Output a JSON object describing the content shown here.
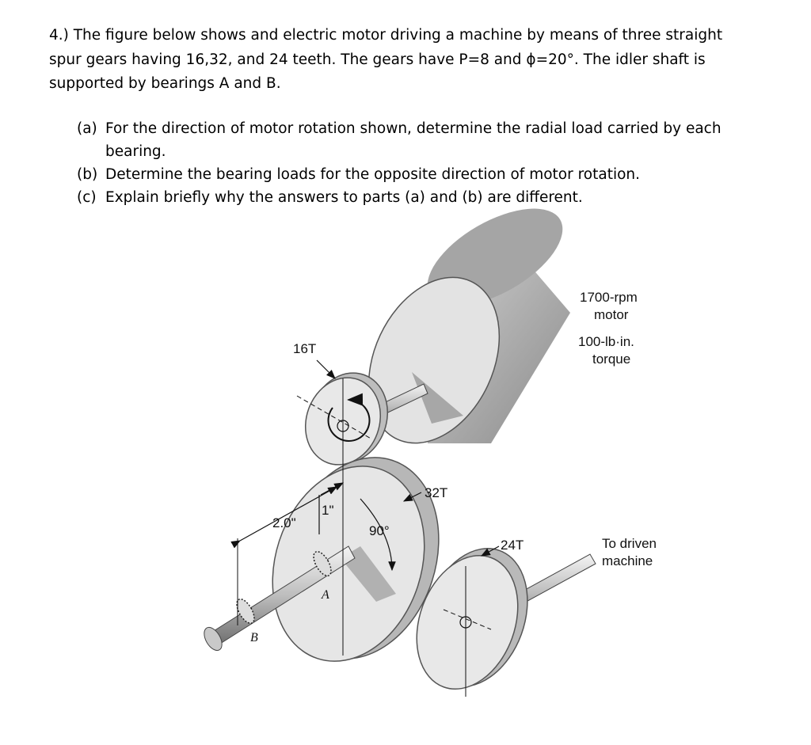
{
  "problem": {
    "line1": "4.) The figure below shows and electric motor driving a machine by means of three straight",
    "line2": "spur gears having 16,32, and 24 teeth.  The gears have P=8 and ϕ=20°.  The idler shaft is",
    "line3": "supported by bearings A and B."
  },
  "parts": [
    {
      "label": "(a)",
      "line1": "For the direction of motor rotation shown, determine the radial load carried by each",
      "line2": "bearing."
    },
    {
      "label": "(b)",
      "line1": "Determine the bearing loads for the opposite direction of motor rotation."
    },
    {
      "label": "(c)",
      "line1": "Explain briefly why the answers to parts (a) and (b) are different."
    }
  ],
  "figure": {
    "motor_speed": "1700-rpm",
    "motor_word": "motor",
    "torque_value": "100-lb·in.",
    "torque_word": "torque",
    "gear_16": "16T",
    "gear_32": "32T",
    "gear_24": "24T",
    "dim_2in": "2.0\"",
    "dim_1in": "1\"",
    "angle": "90°",
    "driven_line1": "To driven",
    "driven_line2": "machine",
    "bearing_a": "A",
    "bearing_b": "B"
  }
}
